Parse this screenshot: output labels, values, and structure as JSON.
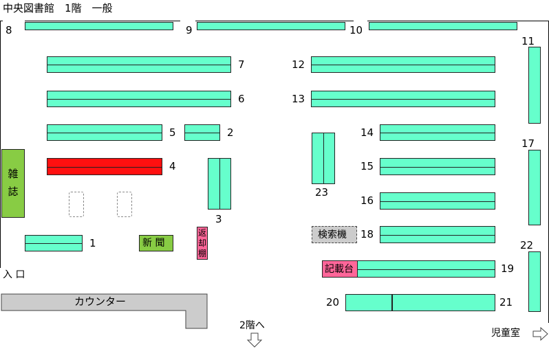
{
  "title": "中央図書館　1階　一般",
  "colors": {
    "shelf": "#66ffcc",
    "highlight": "#ff1010",
    "magazine": "#88cc44",
    "return_shelf": "#ff6699",
    "search": "#cccccc",
    "counter": "#cccccc"
  },
  "shelves": {
    "s1": "1",
    "s2": "2",
    "s3": "3",
    "s4": "4",
    "s5": "5",
    "s6": "6",
    "s7": "7",
    "s8": "8",
    "s9": "9",
    "s10": "10",
    "s11": "11",
    "s12": "12",
    "s13": "13",
    "s14": "14",
    "s15": "15",
    "s16": "16",
    "s17": "17",
    "s18": "18",
    "s19": "19",
    "s20": "20",
    "s21": "21",
    "s22": "22",
    "s23": "23"
  },
  "labels": {
    "magazine": "雑\n誌",
    "newspaper": "新 聞",
    "return_shelf": "返\n却\n棚",
    "search_terminal": "検索機",
    "writing_desk": "記載台",
    "counter": "カウンター",
    "entrance": "入 口",
    "second_floor": "2階へ",
    "childrens_room": "児童室"
  },
  "icons": {
    "down_arrow": "down-arrow-icon",
    "right_arrow": "right-arrow-icon"
  }
}
